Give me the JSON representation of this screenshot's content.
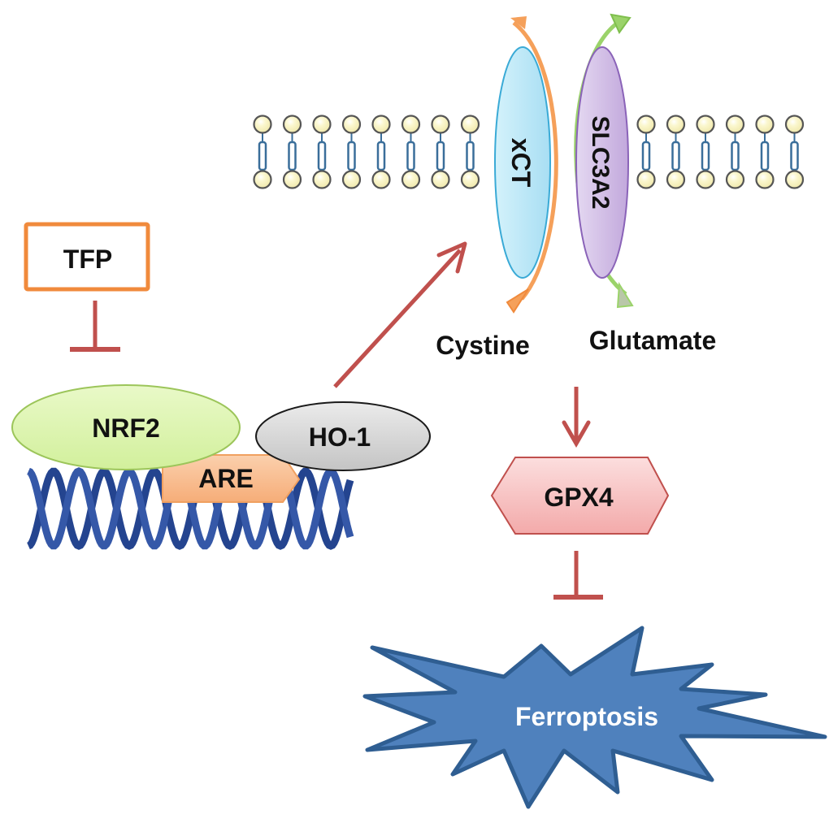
{
  "diagram": {
    "type": "signaling-pathway",
    "nodes": {
      "tfp": {
        "label": "TFP",
        "shape": "rectangle",
        "border_color": "#f08a3c",
        "fill": "#ffffff"
      },
      "nrf2": {
        "label": "NRF2",
        "shape": "ellipse",
        "fill": "#dff5b5",
        "border_color": "#9cc55a"
      },
      "ho1": {
        "label": "HO-1",
        "shape": "ellipse",
        "fill": "#d9d9d9",
        "border_color": "#1a1a1a"
      },
      "are": {
        "label": "ARE",
        "shape": "pentagon-arrow",
        "fill": "#f9bf94",
        "border_color": "#f0a060"
      },
      "xct": {
        "label": "xCT",
        "shape": "ellipse",
        "fill": "#bfe9f7",
        "border_color": "#3aaad6"
      },
      "slc3a2": {
        "label": "SLC3A2",
        "shape": "ellipse",
        "fill": "#d6c4e8",
        "border_color": "#8a63b8"
      },
      "cystine": {
        "label": "Cystine"
      },
      "glutamate": {
        "label": "Glutamate"
      },
      "gpx4": {
        "label": "GPX4",
        "shape": "hexagon",
        "fill": "#f7c3c3",
        "border_color": "#c0504d"
      },
      "ferroptosis": {
        "label": "Ferroptosis",
        "shape": "starburst",
        "fill": "#4f81bd",
        "border_color": "#2f5e92",
        "text_color": "#ffffff"
      }
    },
    "edges": [
      {
        "from": "TFP",
        "to": "NRF2",
        "type": "inhibition"
      },
      {
        "from": "HO-1",
        "to": "xCT/SLC3A2",
        "type": "activation"
      },
      {
        "from": "Cystine/Glutamate",
        "to": "GPX4",
        "type": "activation"
      },
      {
        "from": "GPX4",
        "to": "Ferroptosis",
        "type": "inhibition"
      }
    ],
    "transport": [
      {
        "molecule": "Cystine",
        "direction": "inward",
        "via": "xCT",
        "arrow_color": "#f5a05a"
      },
      {
        "molecule": "Glutamate",
        "direction": "outward",
        "via": "SLC3A2",
        "arrow_color": "#9bd36a"
      }
    ],
    "membrane": {
      "lipid_head_fill": "#fbf6c8",
      "lipid_head_border": "#555555",
      "tail_color": "#3a6e9a"
    },
    "dna": {
      "strand_color": "#24448f"
    },
    "edge_color": "#c0504d"
  }
}
